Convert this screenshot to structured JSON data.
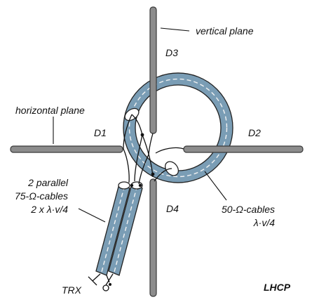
{
  "colors": {
    "background": "#ffffff",
    "cable": "#7a9db5",
    "dipole": "#8c8c8c",
    "stroke": "#222222"
  },
  "labels": {
    "vertical_plane": "vertical plane",
    "horizontal_plane": "horizontal plane",
    "d1": "D1",
    "d2": "D2",
    "d3": "D3",
    "d4": "D4",
    "parallel_line1": "2 parallel",
    "parallel_line2": "75-Ω-cables",
    "parallel_line3": "2 x λ·v/4",
    "fifty_line1": "50-Ω-cables",
    "fifty_line2": "λ·v/4",
    "trx": "TRX",
    "polarization": "LHCP"
  }
}
